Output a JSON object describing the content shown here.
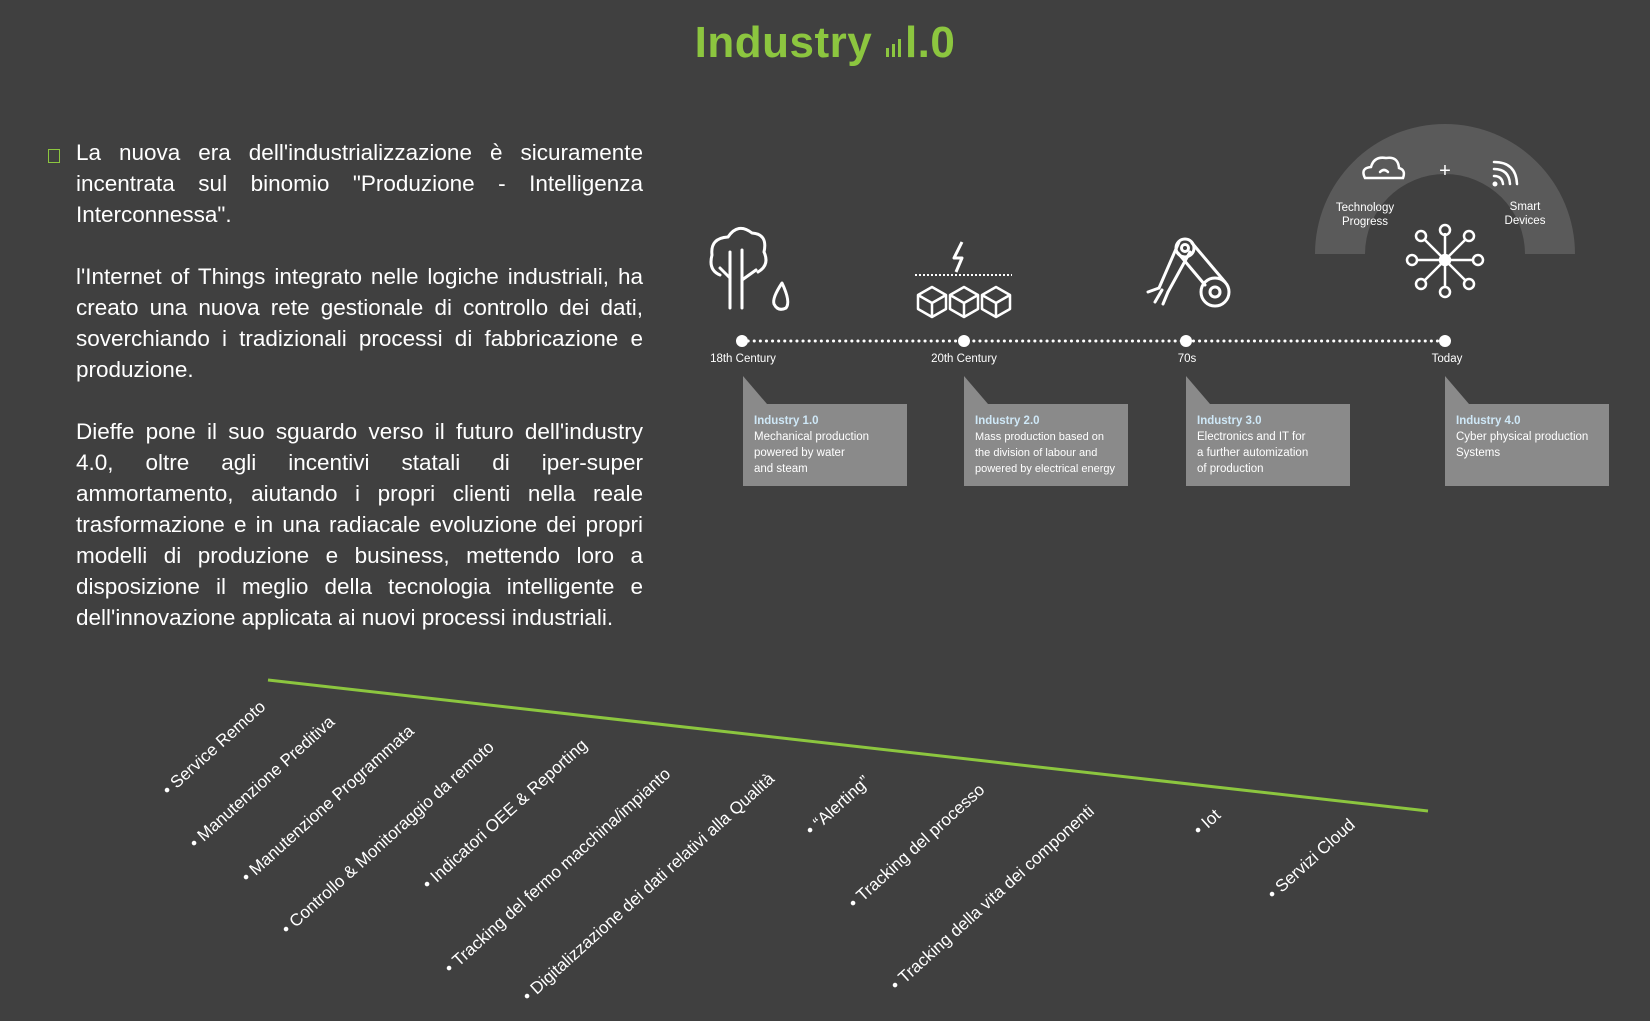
{
  "title": {
    "prefix": "Industry ",
    "suffix": "l.0"
  },
  "intro": {
    "paragraphs": [
      "La nuova era dell'industrializzazione è sicuramente incentrata sul binomio \"Produzione - Intelligenza Interconnessa\".",
      "l'Internet of Things integrato nelle logiche industriali, ha creato una nuova rete gestionale di controllo dei dati, soverchiando i tradizionali processi di fabbricazione e produzione.",
      "Dieffe pone il suo sguardo verso il futuro dell'industry 4.0, oltre agli incentivi statali di iper-super ammortamento, aiutando i propri clienti nella reale trasformazione e in una radiacale evoluzione dei propri modelli di produzione e business, mettendo loro a disposizione il meglio della tecnologia intelligente e dell'innovazione applicata ai nuovi processi industriali."
    ]
  },
  "timeline": {
    "plus_sign": "+",
    "arc_left": [
      "Technology",
      "Progress"
    ],
    "arc_right": [
      "Smart",
      "Devices"
    ],
    "stages": [
      {
        "era": "18th Century",
        "heading": "Industry 1.0",
        "desc": [
          "Mechanical production",
          "powered by water",
          "and steam"
        ],
        "icon": "cloud-rain-icon"
      },
      {
        "era": "20th Century",
        "heading": "Industry 2.0",
        "desc": [
          "Mass production based on",
          "the division of labour and",
          "powered by electrical energy"
        ],
        "icon": "boxes-lightning-icon"
      },
      {
        "era": "70s",
        "heading": "Industry 3.0",
        "desc": [
          "Electronics and IT for",
          "a further automization",
          "of production"
        ],
        "icon": "robot-arm-icon"
      },
      {
        "era": "Today",
        "heading": "Industry 4.0",
        "desc": [
          "Cyber physical production",
          "Systems"
        ],
        "icon": "network-icon"
      }
    ]
  },
  "features": [
    "Service Remoto",
    "Manutenzione Preditiva",
    "Manutenzione Programmata",
    "Controllo & Monitoraggio da remoto",
    "Indicatori OEE & Reporting",
    "Tracking del fermo macchina/impianto",
    "Digitalizzazione dei dati relativi alla Qualità",
    "“Alerting”",
    "Tracking del processo",
    "Tracking della vita dei componenti",
    "Iot",
    "Servizi Cloud"
  ],
  "colors": {
    "accent": "#8cc63f",
    "background": "#404040",
    "box": "#8a8a8a",
    "heading": "#cfe8f7"
  }
}
